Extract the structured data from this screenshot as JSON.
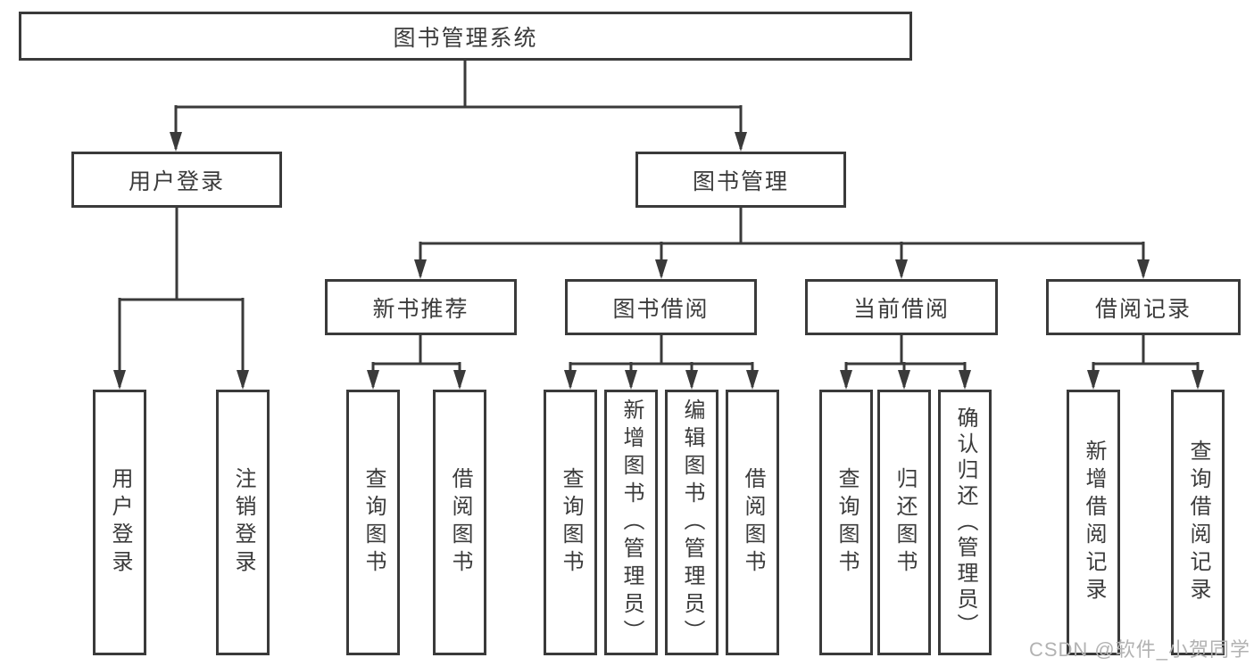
{
  "nodes": {
    "root": "图书管理系统",
    "level2": {
      "user_login": "用户登录",
      "book_management": "图书管理"
    },
    "level3": {
      "new_book_recommend": "新书推荐",
      "book_borrow": "图书借阅",
      "current_borrow": "当前借阅",
      "borrow_records": "借阅记录"
    },
    "leaves": {
      "user_login": {
        "login": "用户登录",
        "logout": "注销登录"
      },
      "new_book_recommend": {
        "query": "查询图书",
        "borrow": "借阅图书"
      },
      "book_borrow": {
        "query": "查询图书",
        "add": "新增图书（管理员）",
        "edit": "编辑图书（管理员）",
        "borrow": "借阅图书"
      },
      "current_borrow": {
        "query": "查询图书",
        "return": "归还图书",
        "confirm_return": "确认归还（管理员）"
      },
      "borrow_records": {
        "add": "新增借阅记录",
        "query": "查询借阅记录"
      }
    }
  },
  "watermark": "CSDN @软件_小贺同学",
  "colors": {
    "line": "#3a3a3a",
    "text": "#3b3b3b",
    "watermark": "#b2b2b2",
    "background": "#ffffff"
  }
}
